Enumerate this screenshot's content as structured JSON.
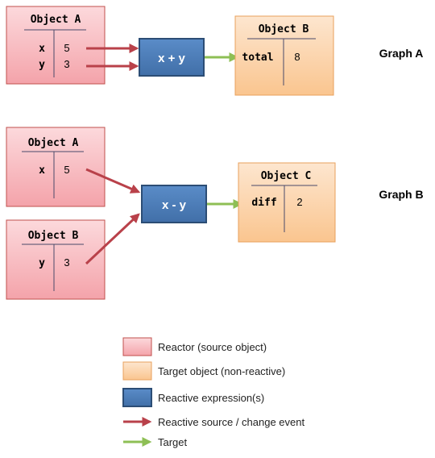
{
  "colors": {
    "reactor_fill_top": "#fbd1d4",
    "reactor_fill_bottom": "#f4a3aa",
    "reactor_stroke": "#c0504d",
    "target_fill_top": "#fde3c9",
    "target_fill_bottom": "#fac896",
    "target_stroke": "#e8a05c",
    "expr_fill": "#4f81bd",
    "expr_stroke": "#2c4d75",
    "source_arrow": "#b9414a",
    "target_arrow": "#8ebf55",
    "divider": "#4a4a6a"
  },
  "graph_a": {
    "label": "Graph A",
    "object_a": {
      "title": "Object A",
      "rows": [
        {
          "key": "x",
          "value": "5"
        },
        {
          "key": "y",
          "value": "3"
        }
      ]
    },
    "expression": "x + y",
    "object_b": {
      "title": "Object B",
      "rows": [
        {
          "key": "total",
          "value": "8"
        }
      ]
    }
  },
  "graph_b": {
    "label": "Graph B",
    "object_a": {
      "title": "Object A",
      "rows": [
        {
          "key": "x",
          "value": "5"
        }
      ]
    },
    "object_b": {
      "title": "Object B",
      "rows": [
        {
          "key": "y",
          "value": "3"
        }
      ]
    },
    "expression": "x - y",
    "object_c": {
      "title": "Object C",
      "rows": [
        {
          "key": "diff",
          "value": "2"
        }
      ]
    }
  },
  "legend": {
    "reactor": "Reactor (source object)",
    "target": "Target object (non-reactive)",
    "expression": "Reactive expression(s)",
    "source_arrow": "Reactive source / change event",
    "target_arrow": "Target"
  }
}
